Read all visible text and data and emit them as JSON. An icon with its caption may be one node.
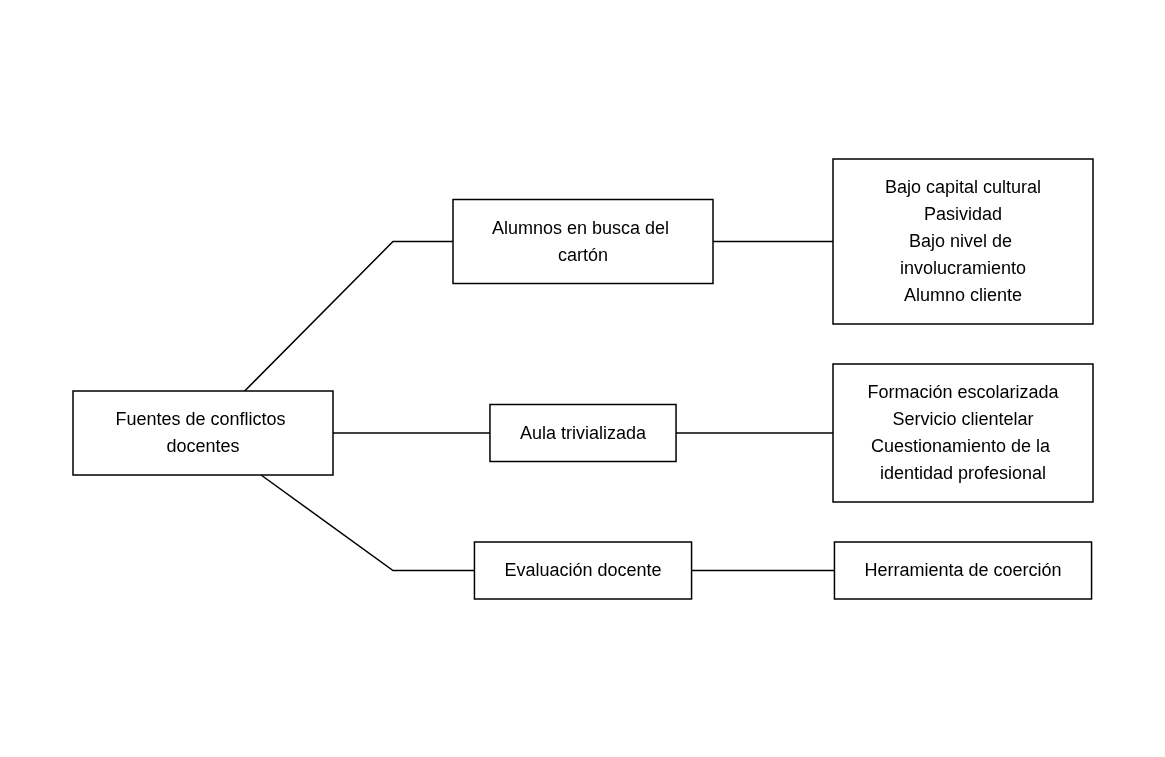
{
  "diagram": {
    "nodes": [
      {
        "text": [
          "Fuentes de conflictos docentes"
        ]
      },
      {
        "text": [
          "Alumnos en busca del cartón"
        ]
      },
      {
        "text": [
          "Bajo capital cultural",
          "Pasividad",
          "Bajo nivel de involucramiento",
          "Alumno cliente"
        ]
      },
      {
        "text": [
          "Aula trivializada"
        ]
      },
      {
        "text": [
          "Formación escolarizada",
          "Servicio clientelar",
          "Cuestionamiento de la identidad profesional"
        ]
      },
      {
        "text": [
          "Evaluación docente"
        ]
      },
      {
        "text": [
          "Herramienta de coerción"
        ]
      }
    ],
    "edges": [
      {
        "from": 0,
        "to": 1,
        "arrow": "none"
      },
      {
        "from": 0,
        "to": 3,
        "arrow": "none"
      },
      {
        "from": 0,
        "to": 5,
        "arrow": "none"
      },
      {
        "from": 1,
        "to": 2,
        "arrow": "none"
      },
      {
        "from": 3,
        "to": 4,
        "arrow": "none"
      },
      {
        "from": 5,
        "to": 6,
        "arrow": "none"
      }
    ]
  }
}
